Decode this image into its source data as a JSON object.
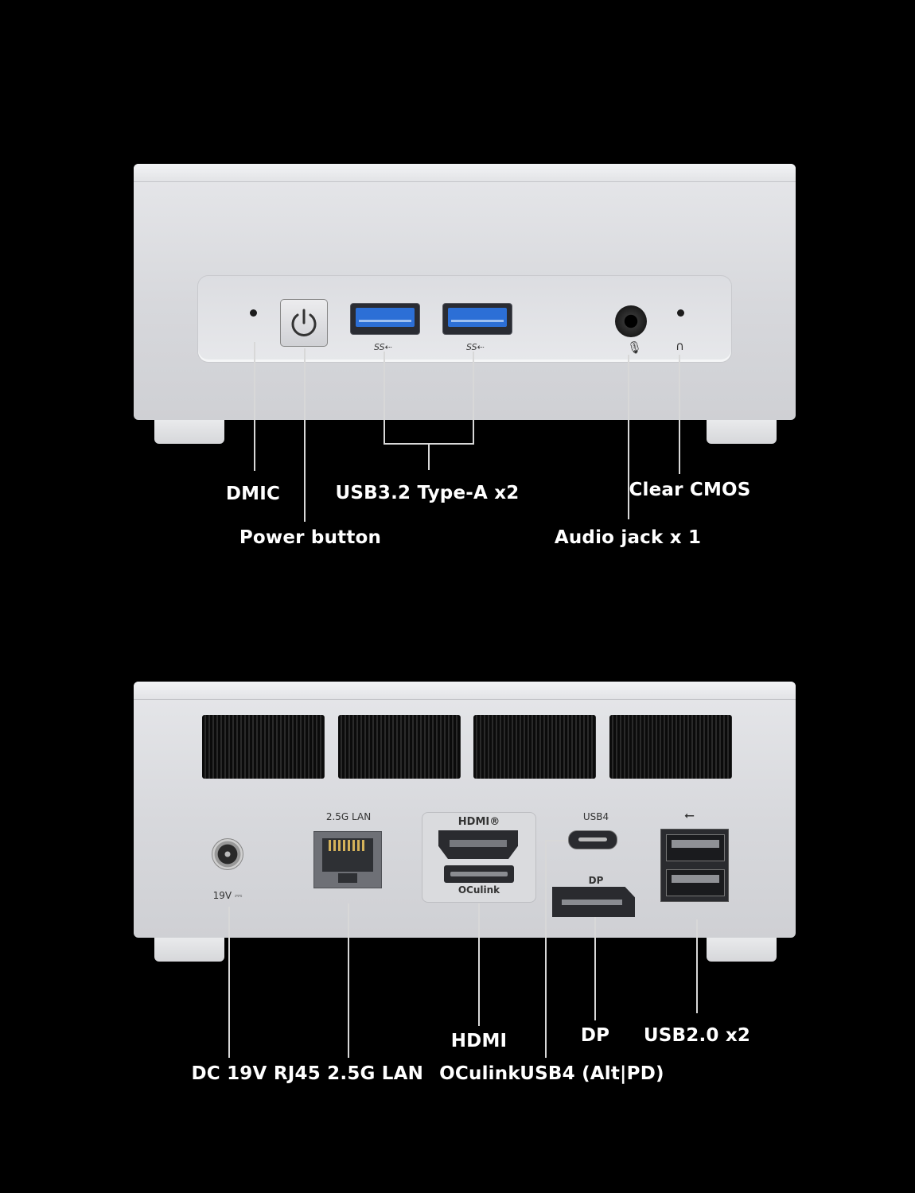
{
  "front": {
    "labels": {
      "dmic": "DMIC",
      "power_button": "Power button",
      "usb32": "USB3.2 Type-A x2",
      "clear_cmos": "Clear CMOS",
      "audio_jack": "Audio jack x 1"
    },
    "usb_mark": "SS⇠"
  },
  "rear": {
    "port_text": {
      "lan": "2.5G LAN",
      "usb4": "USB4",
      "dp": "DP",
      "hdmi_logo": "HDMI®",
      "oculink": "OCulink",
      "dc": "19V ⎓"
    },
    "labels": {
      "dc": "DC 19V",
      "rj45": "RJ45 2.5G LAN",
      "hdmi": "HDMI",
      "oculink": "OCulink",
      "usb4": "USB4 (Alt|PD)",
      "dp": "DP",
      "usb2": "USB2.0 x2"
    }
  },
  "colors": {
    "background": "#000000",
    "chassis": "#dcdde1",
    "usb3_blue": "#2c6fd6"
  }
}
